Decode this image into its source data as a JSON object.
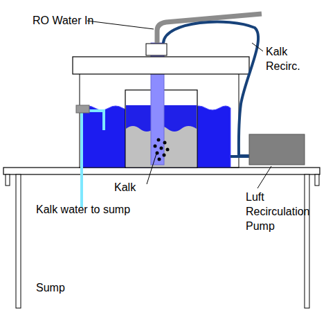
{
  "diagram": {
    "labels": [
      "RO Water In",
      "Kalk Recirc.",
      "Kalk",
      "Kalk water to sump",
      "Luft Recirculation Pump",
      "Sump"
    ]
  }
}
